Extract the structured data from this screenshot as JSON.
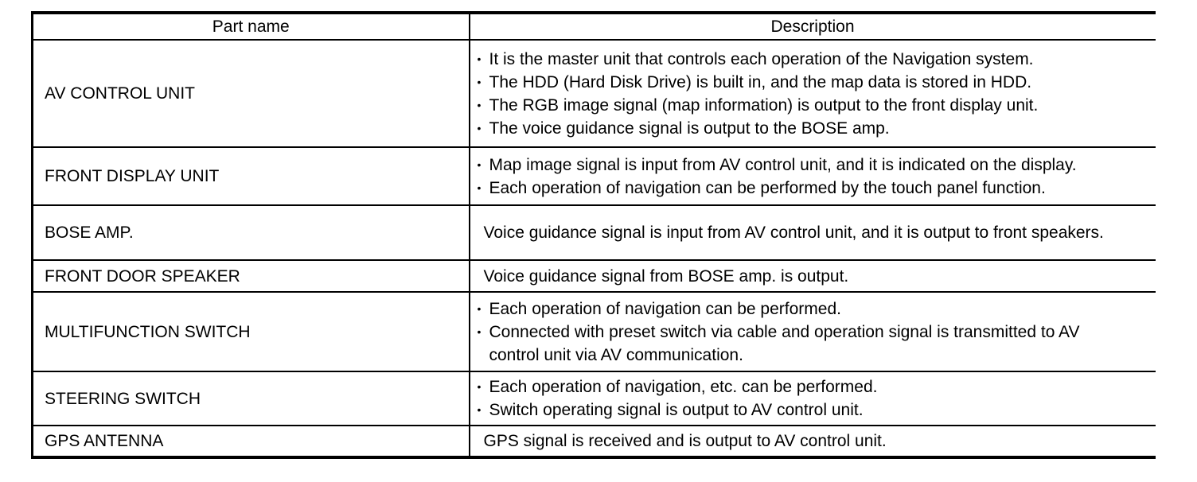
{
  "page": {
    "background_color": "#ffffff",
    "text_color": "#000000",
    "border_color": "#000000"
  },
  "table": {
    "bullet_char": "•",
    "headers": [
      {
        "label": "Part name"
      },
      {
        "label": "Description"
      }
    ],
    "rows": [
      {
        "part": "AV CONTROL UNIT",
        "bulleted": true,
        "items": [
          "It is the master unit that controls each operation of the Navigation system.",
          "The HDD (Hard Disk Drive) is built in, and the map data is stored in HDD.",
          "The RGB image signal (map information) is output to the front display unit.",
          "The voice guidance signal is output to the BOSE amp."
        ]
      },
      {
        "part": "FRONT DISPLAY UNIT",
        "bulleted": true,
        "items": [
          "Map image signal is input from AV control unit, and it is indicated on the display.",
          "Each operation of navigation can be performed by the touch panel function."
        ]
      },
      {
        "part": "BOSE AMP.",
        "bulleted": false,
        "items": [
          "Voice guidance signal is input from AV control unit, and it is output to front speakers."
        ]
      },
      {
        "part": "FRONT DOOR SPEAKER",
        "bulleted": false,
        "items": [
          "Voice guidance signal from BOSE amp. is output."
        ]
      },
      {
        "part": "MULTIFUNCTION SWITCH",
        "bulleted": true,
        "items": [
          "Each operation of navigation can be performed.",
          "Connected with preset switch via cable and operation signal is transmitted to AV control unit via AV communication."
        ]
      },
      {
        "part": "STEERING SWITCH",
        "bulleted": true,
        "items": [
          "Each operation of navigation, etc. can be performed.",
          "Switch operating signal is output to AV control unit."
        ]
      },
      {
        "part": "GPS ANTENNA",
        "bulleted": false,
        "items": [
          "GPS signal is received and is output to AV control unit."
        ]
      }
    ]
  }
}
